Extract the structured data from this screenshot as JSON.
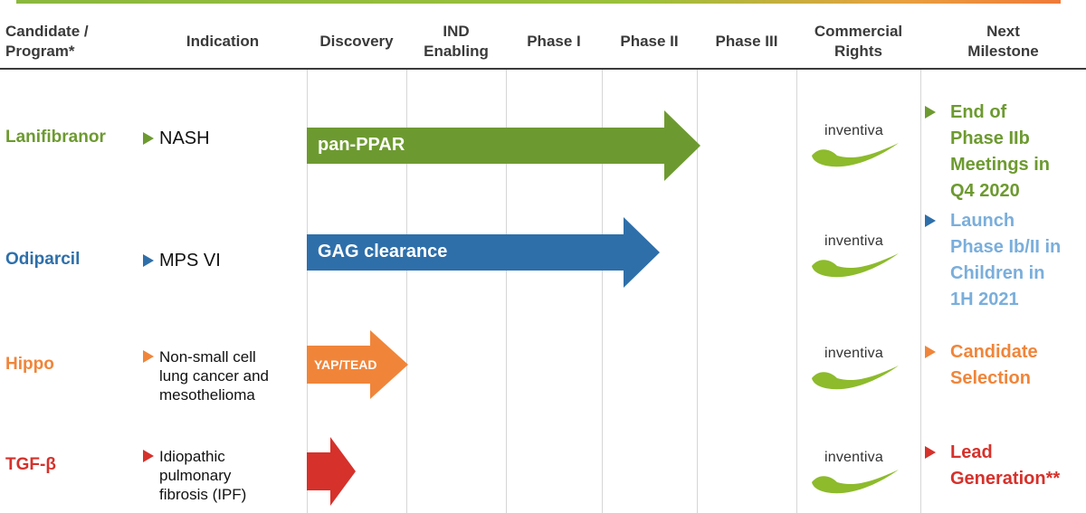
{
  "headers": {
    "candidate": "Candidate /\nProgram*",
    "indication": "Indication",
    "discovery": "Discovery",
    "ind_enabling": "IND\nEnabling",
    "phase1": "Phase I",
    "phase2": "Phase II",
    "phase3": "Phase III",
    "commercial": "Commercial\nRights",
    "milestone": "Next\nMilestone"
  },
  "colors": {
    "green": "#6d9a30",
    "blue": "#2e6faa",
    "orange": "#f0853a",
    "red": "#d6312b",
    "blue_light": "#7aaedb",
    "logo_green": "#8dbb2c"
  },
  "logo_text": "inventiva",
  "rows": [
    {
      "program": "Lanifibranor",
      "indication": "NASH",
      "arrow_label": "pan-PPAR",
      "milestone": "End of\nPhase IIb\nMeetings in\nQ4 2020"
    },
    {
      "program": "Odiparcil",
      "indication": "MPS VI",
      "arrow_label": "GAG clearance",
      "milestone": " Launch\nPhase Ib/II in\nChildren in\n1H 2021"
    },
    {
      "program": "Hippo",
      "indication": "Non-small cell\nlung cancer and\nmesothelioma",
      "arrow_label": "YAP/TEAD",
      "milestone": "Candidate\nSelection"
    },
    {
      "program": "TGF-β",
      "indication": "Idiopathic\npulmonary\nfibrosis (IPF)",
      "arrow_label": "",
      "milestone": "Lead\nGeneration**"
    }
  ]
}
